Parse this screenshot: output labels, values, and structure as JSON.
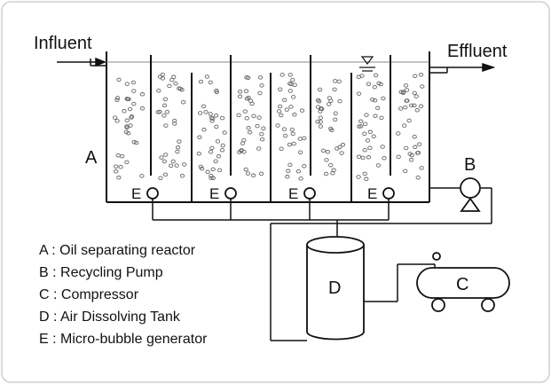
{
  "labels": {
    "influent": "Influent",
    "effluent": "Effluent",
    "reactor": "A",
    "pump": "B",
    "compressor": "C",
    "tank": "D",
    "generator": "E"
  },
  "legend": [
    "A : Oil separating reactor",
    "B : Recycling Pump",
    "C : Compressor",
    "D : Air Dissolving Tank",
    "E : Micro-bubble generator"
  ]
}
